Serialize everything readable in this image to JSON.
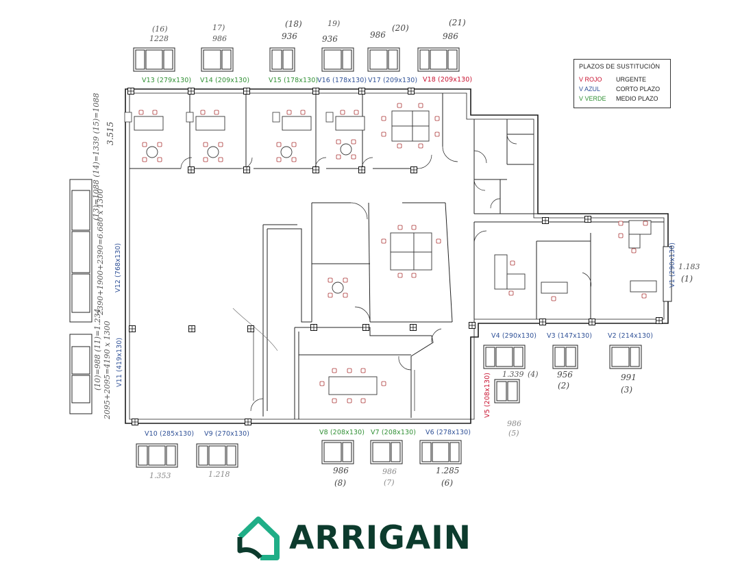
{
  "legend": {
    "title": "PLAZOS DE SUSTITUCIÓN",
    "rows": [
      {
        "key": "V ROJO",
        "value": "URGENTE",
        "color": "#c8102e"
      },
      {
        "key": "V AZUL",
        "value": "CORTO PLAZO",
        "color": "#2d4f96"
      },
      {
        "key": "V VERDE",
        "value": "MEDIO PLAZO",
        "color": "#2f8f33"
      }
    ]
  },
  "windows": {
    "V1": "V1 (290x130)",
    "V2": "V2 (214x130)",
    "V3": "V3 (147x130)",
    "V4": "V4 (290x130)",
    "V5": "V5 (208x130)",
    "V6": "V6 (278x130)",
    "V7": "V7 (208x130)",
    "V8": "V8 (208x130)",
    "V9": "V9 (270x130)",
    "V10": "V10 (285x130)",
    "V11": "V11 (419x130)",
    "V12": "V12 (768x130)",
    "V13": "V13 (279x130)",
    "V14": "V14 (209x130)",
    "V15": "V15 (178x130)",
    "V16": "V16 (178x130)",
    "V17": "V17 (209x130)",
    "V18": "V18 (209x130)"
  },
  "handwritten": {
    "n16": "(16)",
    "w16": "1228",
    "n17": "17)",
    "w17": "986",
    "n18": "(18)",
    "w18": "936",
    "n19": "19)",
    "w19": "936",
    "n20": "(20)",
    "w20": "986",
    "n21": "(21)",
    "w21": "986",
    "n1": "(1)",
    "w1": "1.183",
    "n2": "(2)",
    "w2": "956",
    "n3": "(3)",
    "w3": "991",
    "n4": "(4)",
    "w4": "1.339",
    "n5": "(5)",
    "w5": "986",
    "n6": "(6)",
    "w6": "1.285",
    "n7": "(7)",
    "w7": "986",
    "n8": "(8)",
    "w8": "986",
    "w9": "1.218",
    "w10": "1.353",
    "left_calc_1": "2390+1900+2390=6.680 x 1300",
    "left_calc_2": "(13)=1088  (14)=1339  (15)=1088",
    "left_calc_3": "3.515",
    "left_calc_4": "2095+2095=4190 x 1300",
    "left_calc_5": "(10)=988 (11)=1.234"
  },
  "brand": {
    "name": "ARRIGAIN",
    "color": "#0c3b2d",
    "accent": "#1fae87"
  }
}
